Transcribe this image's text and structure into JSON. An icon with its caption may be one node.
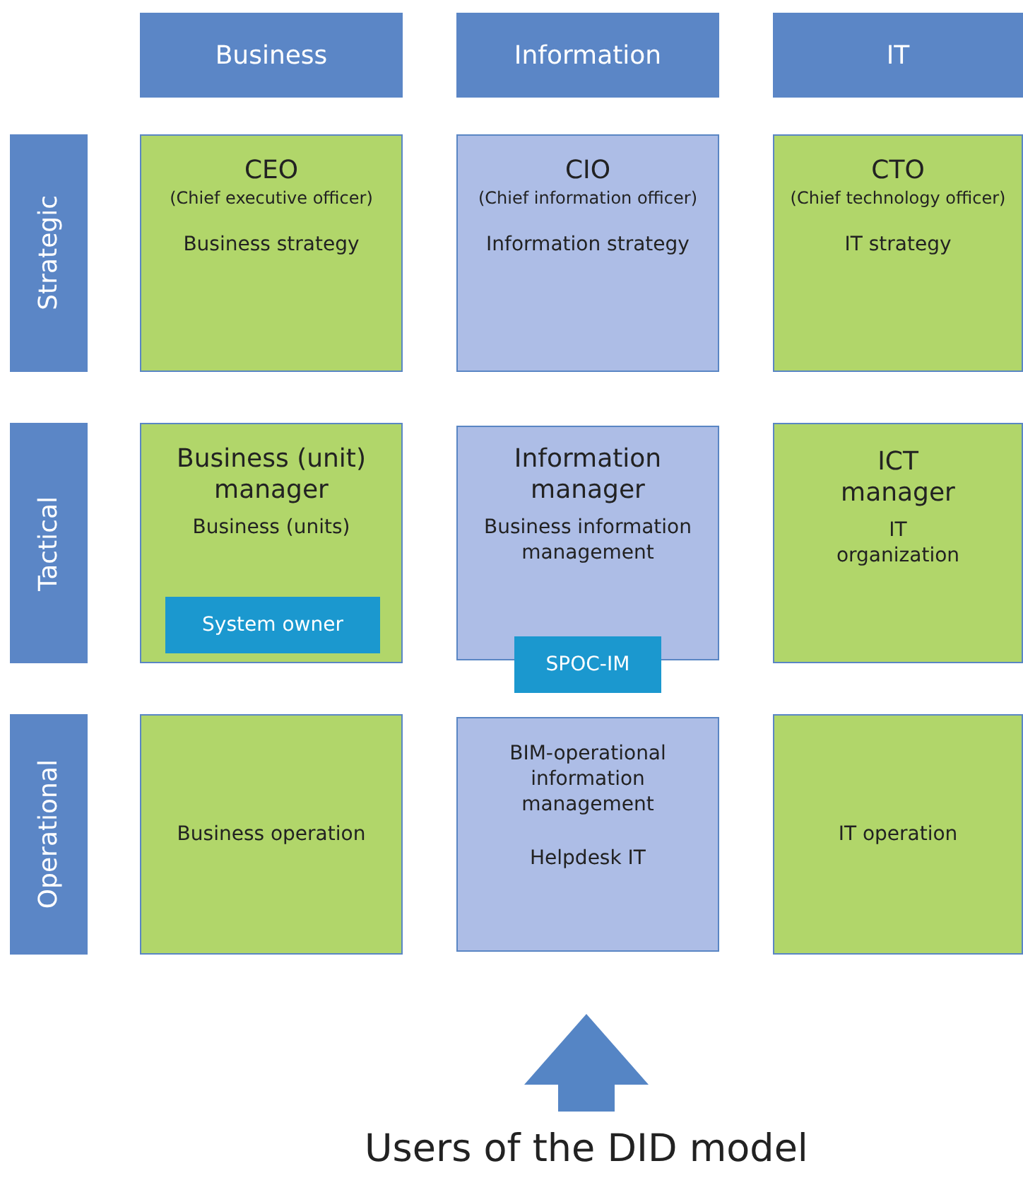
{
  "diagram": {
    "nodes": [
      {
        "text": [
          "Business"
        ]
      },
      {
        "text": [
          "Information"
        ]
      },
      {
        "text": [
          "IT"
        ]
      },
      {
        "text": [
          "Strategic"
        ]
      },
      {
        "text": [
          "CEO",
          "(Chief executive officer)",
          "Business strategy"
        ]
      },
      {
        "text": [
          "CIO",
          "(Chief information officer)",
          "Information strategy"
        ]
      },
      {
        "text": [
          "CTO",
          "(Chief technology officer)",
          "IT strategy"
        ]
      },
      {
        "text": [
          "Tactical"
        ]
      },
      {
        "text": [
          "Business (unit) manager",
          "Business (units)"
        ]
      },
      {
        "text": [
          "System owner"
        ],
        "in": 8
      },
      {
        "text": [
          "Information manager",
          "Business information management"
        ]
      },
      {
        "text": [
          "SPOC-IM"
        ]
      },
      {
        "text": [
          "ICT manager",
          "IT organization"
        ]
      },
      {
        "text": [
          "Operational"
        ]
      },
      {
        "text": [
          "Business operation"
        ]
      },
      {
        "text": [
          "BIM-operational information management",
          "Helpdesk IT"
        ]
      },
      {
        "text": [
          "IT operation"
        ]
      },
      {
        "text": [
          "Users of the DID model"
        ]
      }
    ],
    "edges": [
      {
        "from": 17,
        "to": 15,
        "arrow": "to"
      }
    ]
  }
}
